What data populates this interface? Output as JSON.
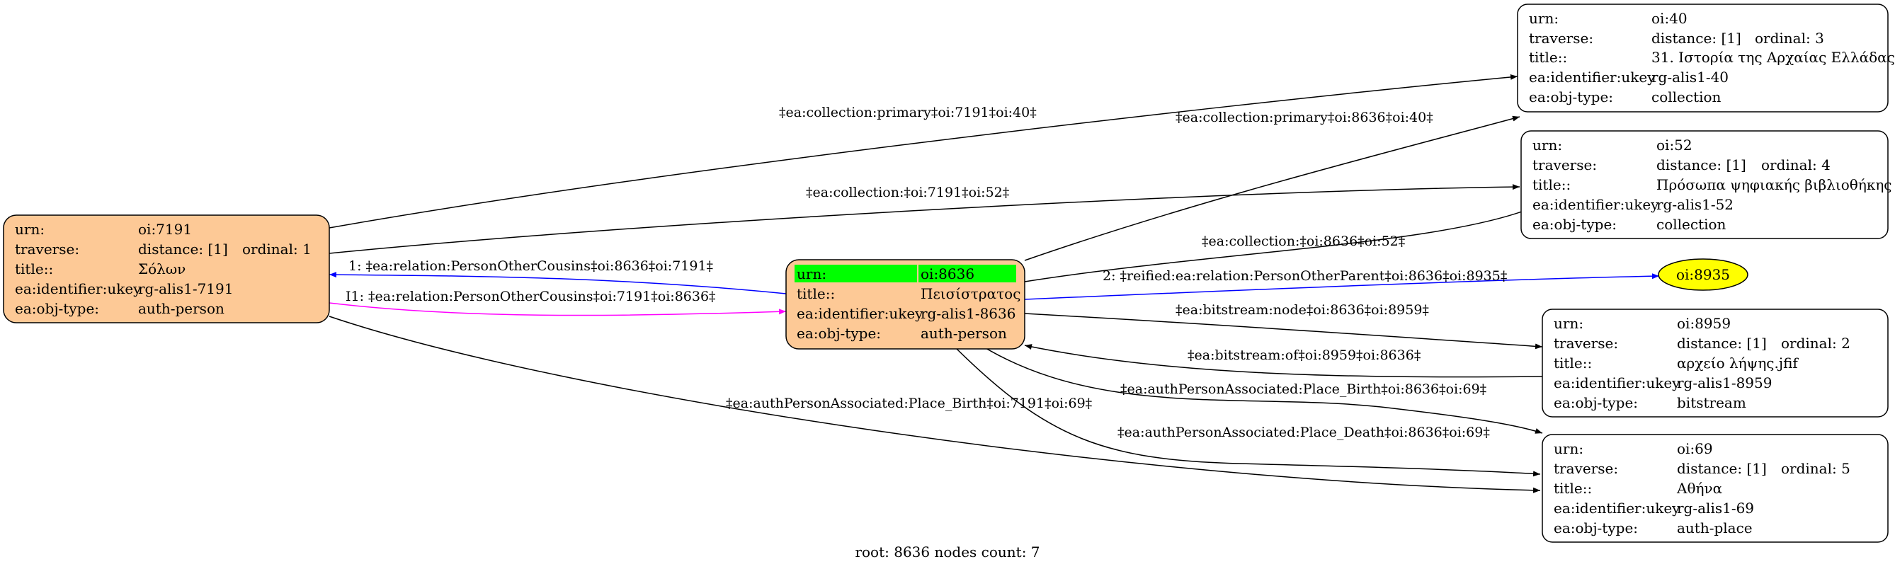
{
  "colors": {
    "record_fill": "#ffffff",
    "person_fill": "#fdc996",
    "root_header_fill": "#00ff00",
    "ellipse_fill": "#ffff00",
    "edge_default": "#000000",
    "edge_blue": "#0000ff",
    "edge_magenta": "#ff00ff"
  },
  "nodes": {
    "n40": {
      "rows": [
        [
          "urn:",
          "oi:40"
        ],
        [
          "traverse:",
          "distance: [1]",
          "ordinal: 3"
        ],
        [
          "title::",
          "31. Ιστορία της Αρχαίας Ελλάδας"
        ],
        [
          "ea:identifier:ukey",
          "rg-alis1-40"
        ],
        [
          "ea:obj-type:",
          "collection"
        ]
      ]
    },
    "n52": {
      "rows": [
        [
          "urn:",
          "oi:52"
        ],
        [
          "traverse:",
          "distance: [1]",
          "ordinal: 4"
        ],
        [
          "title::",
          "Πρόσωπα ψηφιακής βιβλιοθήκης"
        ],
        [
          "ea:identifier:ukey",
          "rg-alis1-52"
        ],
        [
          "ea:obj-type:",
          "collection"
        ]
      ]
    },
    "n7191": {
      "rows": [
        [
          "urn:",
          "oi:7191"
        ],
        [
          "traverse:",
          "distance: [1]",
          "ordinal: 1"
        ],
        [
          "title::",
          "Σόλων"
        ],
        [
          "ea:identifier:ukey",
          "rg-alis1-7191"
        ],
        [
          "ea:obj-type:",
          "auth-person"
        ]
      ]
    },
    "n8636": {
      "rows": [
        [
          "urn:",
          "oi:8636"
        ],
        [
          "title::",
          "Πεισίστρατος"
        ],
        [
          "ea:identifier:ukey",
          "rg-alis1-8636"
        ],
        [
          "ea:obj-type:",
          "auth-person"
        ]
      ]
    },
    "n8935": {
      "label": "oi:8935"
    },
    "n8959": {
      "rows": [
        [
          "urn:",
          "oi:8959"
        ],
        [
          "traverse:",
          "distance: [1]",
          "ordinal: 2"
        ],
        [
          "title::",
          "αρχείο λήψης.jfif"
        ],
        [
          "ea:identifier:ukey",
          "rg-alis1-8959"
        ],
        [
          "ea:obj-type:",
          "bitstream"
        ]
      ]
    },
    "n69": {
      "rows": [
        [
          "urn:",
          "oi:69"
        ],
        [
          "traverse:",
          "distance: [1]",
          "ordinal: 5"
        ],
        [
          "title::",
          "Αθήνα"
        ],
        [
          "ea:identifier:ukey",
          "rg-alis1-69"
        ],
        [
          "ea:obj-type:",
          "auth-place"
        ]
      ]
    }
  },
  "edges": [
    {
      "from": "n7191",
      "to": "n40",
      "label": "‡ea:collection:primary‡oi:7191‡oi:40‡",
      "color": "edge_default"
    },
    {
      "from": "n7191",
      "to": "n52",
      "label": "‡ea:collection:‡oi:7191‡oi:52‡",
      "color": "edge_default"
    },
    {
      "from": "n8636",
      "to": "n7191",
      "label": "1: ‡ea:relation:PersonOtherCousins‡oi:8636‡oi:7191‡",
      "color": "edge_blue"
    },
    {
      "from": "n7191",
      "to": "n8636",
      "label": "I1: ‡ea:relation:PersonOtherCousins‡oi:7191‡oi:8636‡",
      "color": "edge_magenta"
    },
    {
      "from": "n7191",
      "to": "n69",
      "label": "‡ea:authPersonAssociated:Place_Birth‡oi:7191‡oi:69‡",
      "color": "edge_default"
    },
    {
      "from": "n8636",
      "to": "n40",
      "label": "‡ea:collection:primary‡oi:8636‡oi:40‡",
      "color": "edge_default"
    },
    {
      "from": "n8636",
      "to": "n52",
      "label": "‡ea:collection:‡oi:8636‡oi:52‡",
      "color": "edge_default"
    },
    {
      "from": "n8636",
      "to": "n8935",
      "label": "2: ‡reified:ea:relation:PersonOtherParent‡oi:8636‡oi:8935‡",
      "color": "edge_blue"
    },
    {
      "from": "n8636",
      "to": "n8959",
      "label": "‡ea:bitstream:node‡oi:8636‡oi:8959‡",
      "color": "edge_default"
    },
    {
      "from": "n8959",
      "to": "n8636",
      "label": "‡ea:bitstream:of‡oi:8959‡oi:8636‡",
      "color": "edge_default"
    },
    {
      "from": "n8636",
      "to": "n69",
      "label": "‡ea:authPersonAssociated:Place_Birth‡oi:8636‡oi:69‡",
      "color": "edge_default"
    },
    {
      "from": "n8636",
      "to": "n69",
      "label": "‡ea:authPersonAssociated:Place_Death‡oi:8636‡oi:69‡",
      "color": "edge_default"
    }
  ],
  "footer": "root: 8636 nodes count: 7"
}
